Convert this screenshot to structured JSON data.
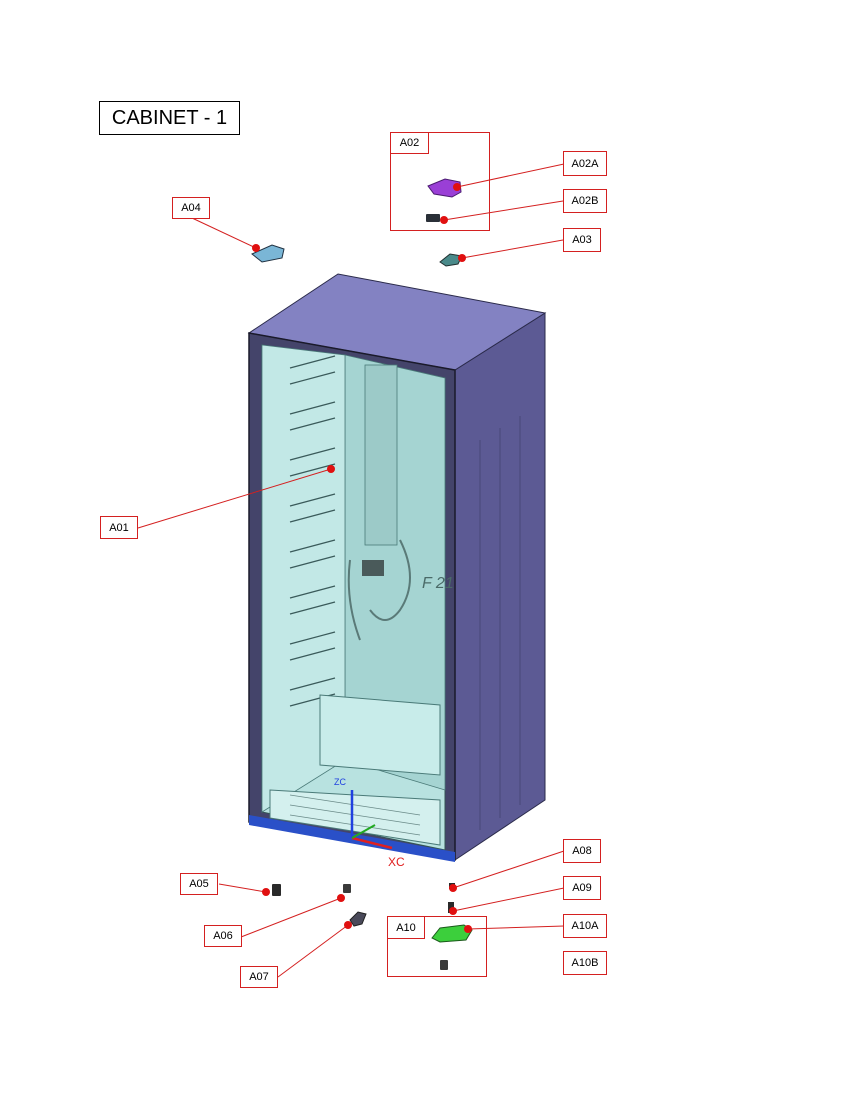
{
  "title": "CABINET - 1",
  "colors": {
    "callout_border": "#d42020",
    "leader_line": "#d42020",
    "marker_dot": "#e01010",
    "cabinet_side": "#5c5a94",
    "cabinet_top": "#8382c2",
    "cabinet_liner": "#b8e2e0",
    "part_a02a": "#9a3fd6",
    "part_a10a": "#3ccf3c",
    "axis_xc": "#e02020",
    "axis_zc": "#2040e0"
  },
  "callouts": [
    {
      "id": "A01",
      "label": "A01"
    },
    {
      "id": "A02",
      "label": "A02"
    },
    {
      "id": "A02A",
      "label": "A02A"
    },
    {
      "id": "A02B",
      "label": "A02B"
    },
    {
      "id": "A03",
      "label": "A03"
    },
    {
      "id": "A04",
      "label": "A04"
    },
    {
      "id": "A05",
      "label": "A05"
    },
    {
      "id": "A06",
      "label": "A06"
    },
    {
      "id": "A07",
      "label": "A07"
    },
    {
      "id": "A08",
      "label": "A08"
    },
    {
      "id": "A09",
      "label": "A09"
    },
    {
      "id": "A10",
      "label": "A10"
    },
    {
      "id": "A10A",
      "label": "A10A"
    },
    {
      "id": "A10B",
      "label": "A10B"
    }
  ],
  "embossed_text": "F 21",
  "axis_labels": {
    "x": "XC",
    "z": "ZC"
  }
}
